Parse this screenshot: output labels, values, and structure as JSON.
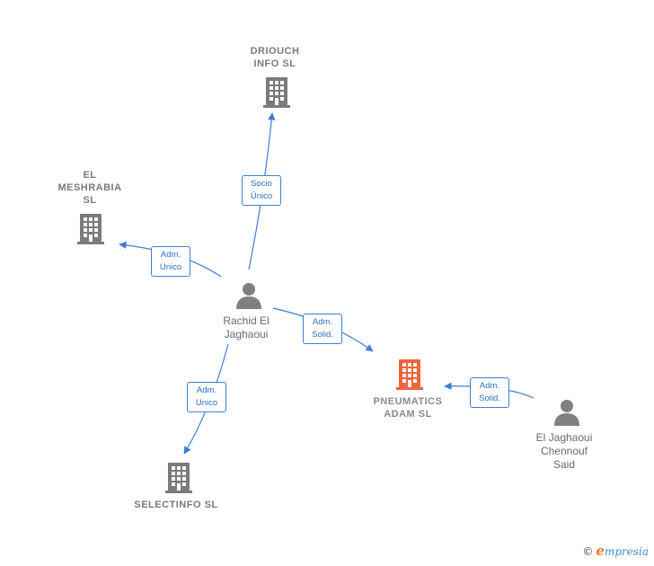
{
  "nodes": {
    "driouch": {
      "label_lines": [
        "DRIOUCH",
        "INFO  SL"
      ],
      "type": "company",
      "icon": "building-icon"
    },
    "meshrabia": {
      "label_lines": [
        "EL",
        "MESHRABIA",
        "SL"
      ],
      "type": "company",
      "icon": "building-icon"
    },
    "selectinfo": {
      "label_lines": [
        "SELECTINFO SL"
      ],
      "type": "company",
      "icon": "building-icon"
    },
    "pneumatics": {
      "label_lines": [
        "PNEUMATICS",
        "ADAM  SL"
      ],
      "type": "company",
      "icon": "building-icon",
      "highlighted": true
    },
    "rachid": {
      "label_lines": [
        "Rachid El",
        "Jaghaoui"
      ],
      "type": "person",
      "icon": "person-icon"
    },
    "chennouf": {
      "label_lines": [
        "El Jaghaoui",
        "Chennouf",
        "Said"
      ],
      "type": "person",
      "icon": "person-icon"
    }
  },
  "edges": [
    {
      "id": "rachid-driouch",
      "from": "rachid",
      "to": "driouch",
      "label_lines": [
        "Socio",
        "Único"
      ]
    },
    {
      "id": "rachid-meshrabia",
      "from": "rachid",
      "to": "meshrabia",
      "label_lines": [
        "Adm.",
        "Unico"
      ]
    },
    {
      "id": "rachid-pneumatics",
      "from": "rachid",
      "to": "pneumatics",
      "label_lines": [
        "Adm.",
        "Solid."
      ]
    },
    {
      "id": "rachid-selectinfo",
      "from": "rachid",
      "to": "selectinfo",
      "label_lines": [
        "Adm.",
        "Unico"
      ]
    },
    {
      "id": "chennouf-pneumatics",
      "from": "chennouf",
      "to": "pneumatics",
      "label_lines": [
        "Adm.",
        "Solid."
      ]
    }
  ],
  "colors": {
    "edge": "#3f7fd0",
    "company_icon": "#7b7b7b",
    "highlight_icon": "#f0643c",
    "person_icon": "#808080"
  },
  "watermark": {
    "symbol": "©",
    "brand_initial": "e",
    "brand_rest": "mpresia"
  }
}
